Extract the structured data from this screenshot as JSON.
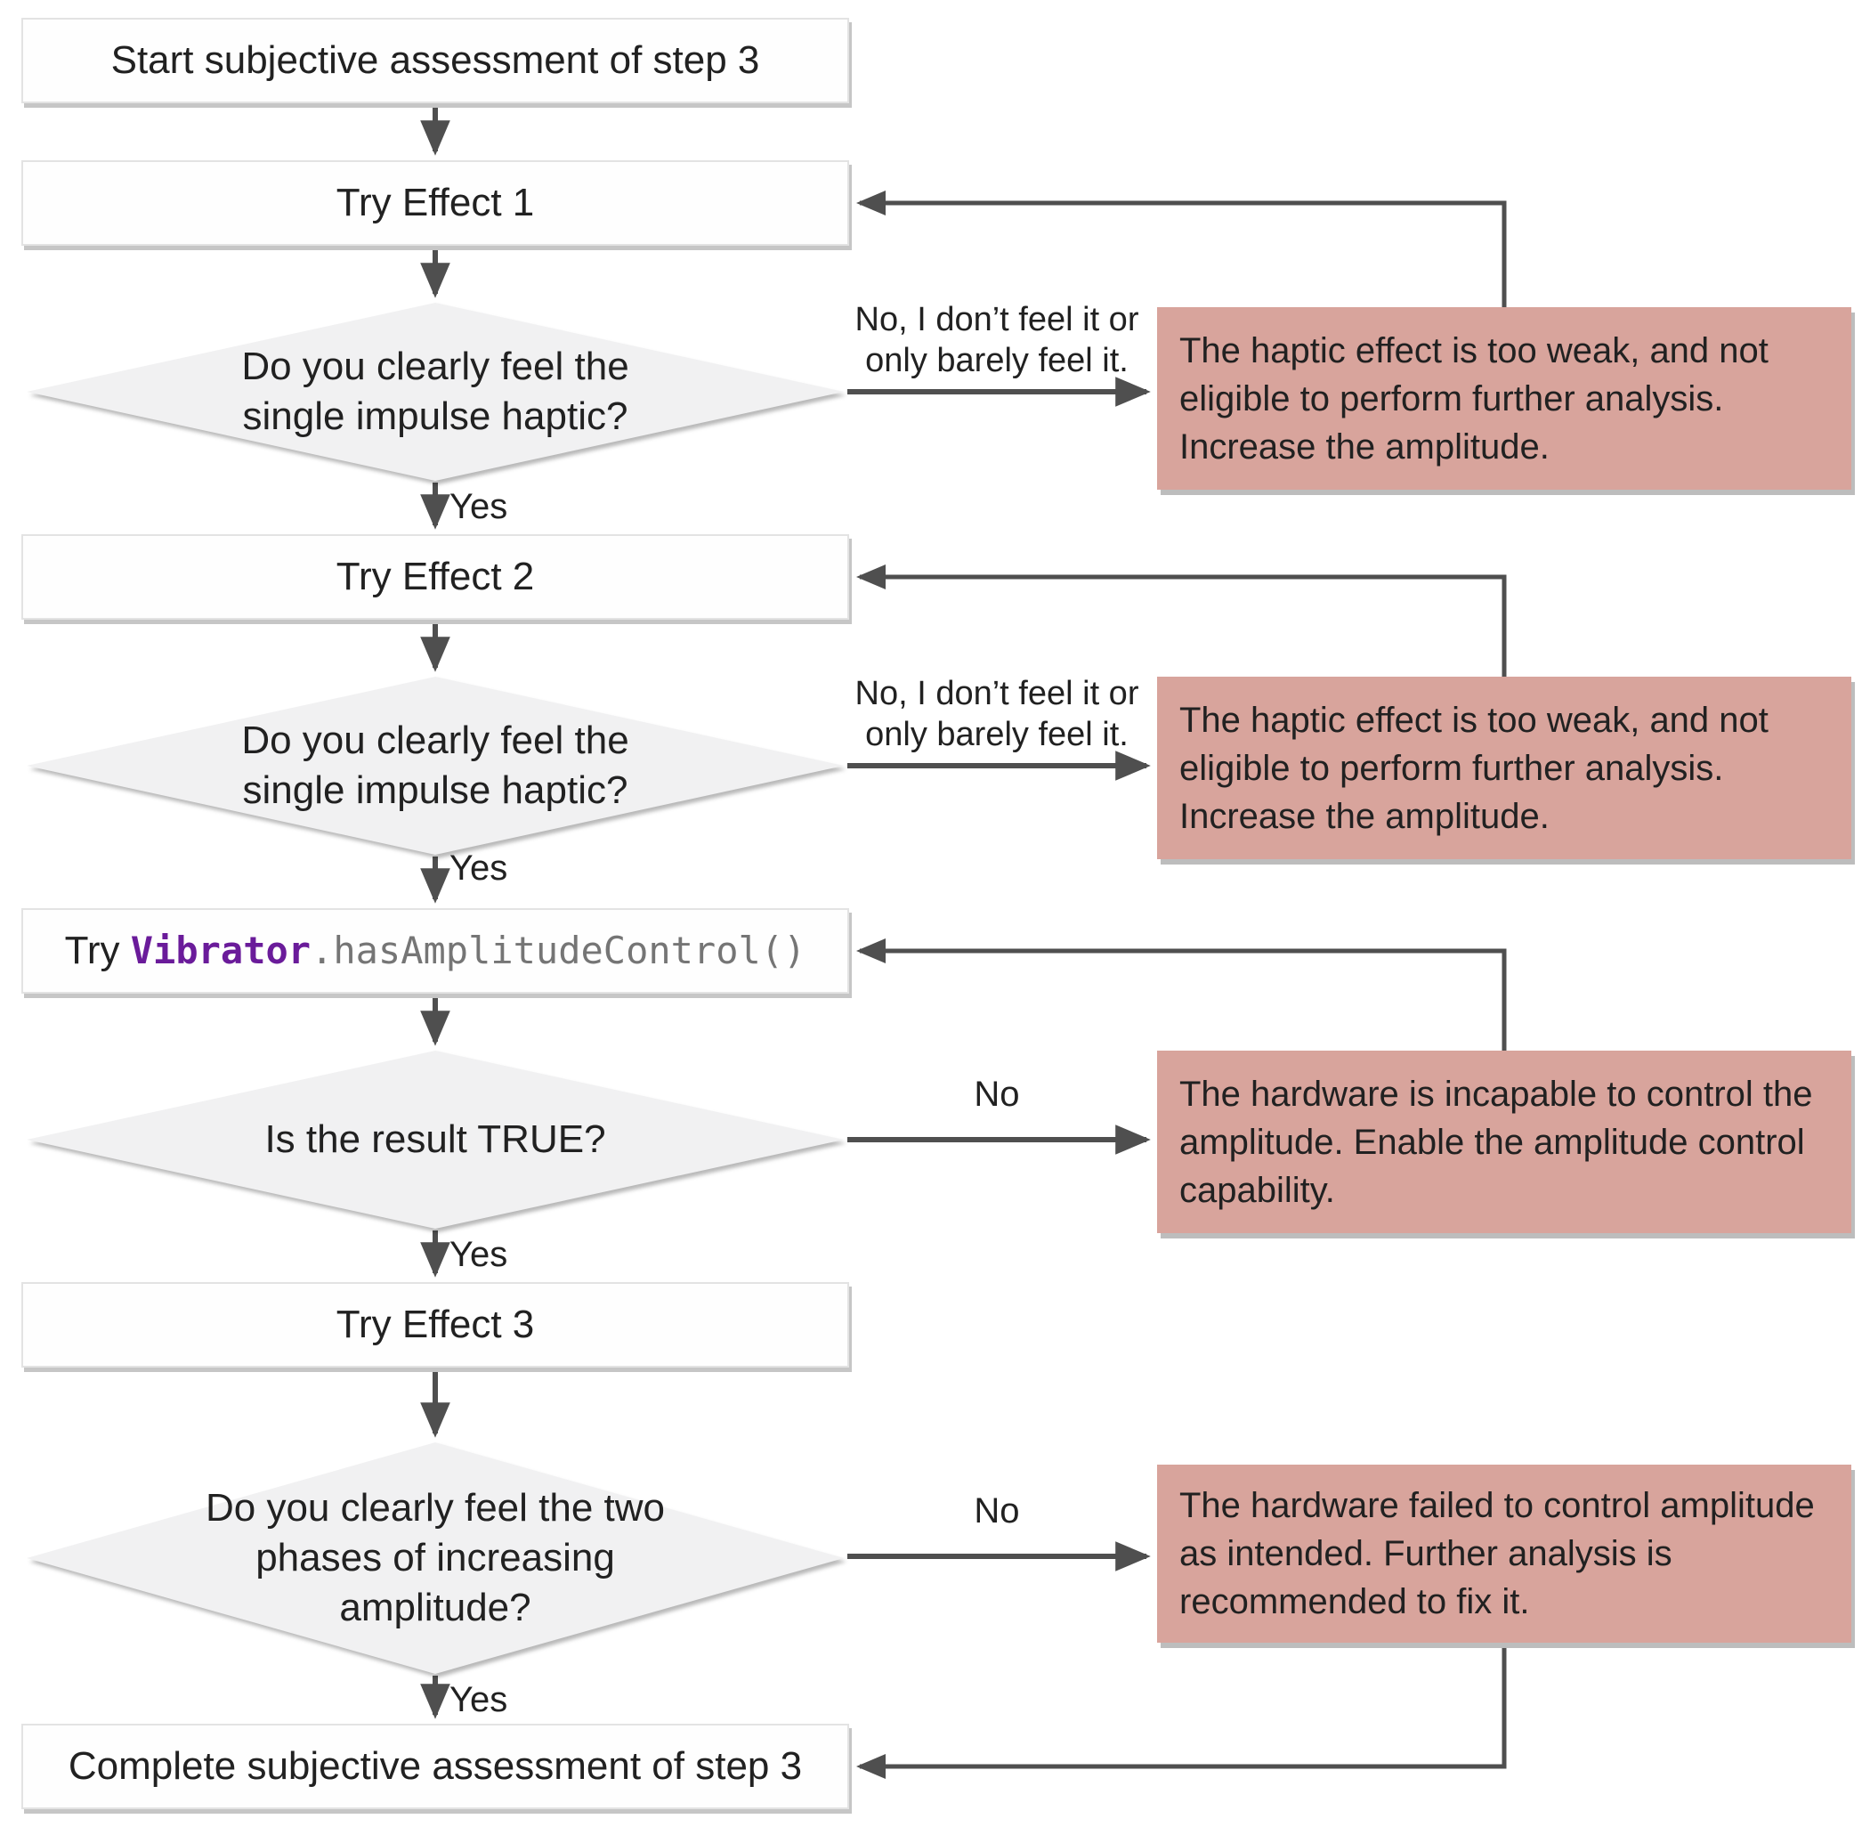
{
  "title": "Subjective assessment flowchart for haptic step 3",
  "colors": {
    "outcome_box_bg": "#d8a49c",
    "process_box_bg": "#fefefe",
    "diamond_bg": "#f1f1f2",
    "arrow": "#4f4f4f",
    "code_keyword": "#6a1b9a",
    "code_rest": "#757575",
    "text": "#212121"
  },
  "nodes": {
    "start": {
      "label": "Start subjective assessment of step 3"
    },
    "try_effect_1": {
      "label": "Try Effect 1"
    },
    "decision_impulse_1": {
      "line1": "Do you clearly feel the",
      "line2": "single impulse haptic?"
    },
    "try_effect_2": {
      "label": "Try Effect 2"
    },
    "decision_impulse_2": {
      "line1": "Do you clearly feel the",
      "line2": "single impulse haptic?"
    },
    "try_amplitude_api": {
      "prefix": "Try ",
      "code_keyword": "Vibrator",
      "code_rest": ".hasAmplitudeControl()"
    },
    "decision_result_true": {
      "line1": "Is the result TRUE?"
    },
    "try_effect_3": {
      "label": "Try Effect 3"
    },
    "decision_two_phases": {
      "line1": "Do you clearly feel the two",
      "line2": "phases of increasing",
      "line3": "amplitude?"
    },
    "complete": {
      "label": "Complete subjective assessment of step 3"
    }
  },
  "outcomes": {
    "too_weak_1": "The haptic effect is too weak, and not eligible to perform further analysis. Increase the amplitude.",
    "too_weak_2": "The haptic effect is too weak, and not eligible to perform further analysis. Increase the amplitude.",
    "no_amplitude_control": "The hardware is incapable to control the amplitude. Enable the amplitude control capability.",
    "amplitude_control_failed": "The hardware failed to control amplitude as intended. Further analysis is recommended to fix it."
  },
  "edge_labels": {
    "yes": "Yes",
    "no": "No",
    "no_feel_line1": "No, I don’t feel it or",
    "no_feel_line2": "only barely feel it."
  }
}
